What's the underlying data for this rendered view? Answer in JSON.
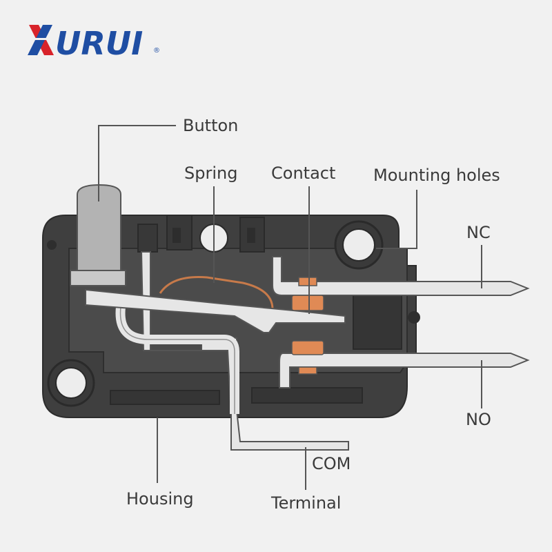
{
  "brand": {
    "logo_text": "XURUI",
    "registered_mark": "®",
    "colors": {
      "red": "#d8232a",
      "blue": "#1f4ea3"
    }
  },
  "labels": {
    "button": "Button",
    "spring": "Spring",
    "contact": "Contact",
    "mounting_holes": "Mounting holes",
    "nc": "NC",
    "no": "NO",
    "com": "COM",
    "housing": "Housing",
    "terminal": "Terminal"
  },
  "colors": {
    "housing": "#3f3f3f",
    "housing_inner": "#4a4a4a",
    "metal": "#e6e6e6",
    "metal_stroke": "#555555",
    "contact": "#e08a55",
    "spring": "#c77a4a",
    "button": "#b3b3b3"
  }
}
